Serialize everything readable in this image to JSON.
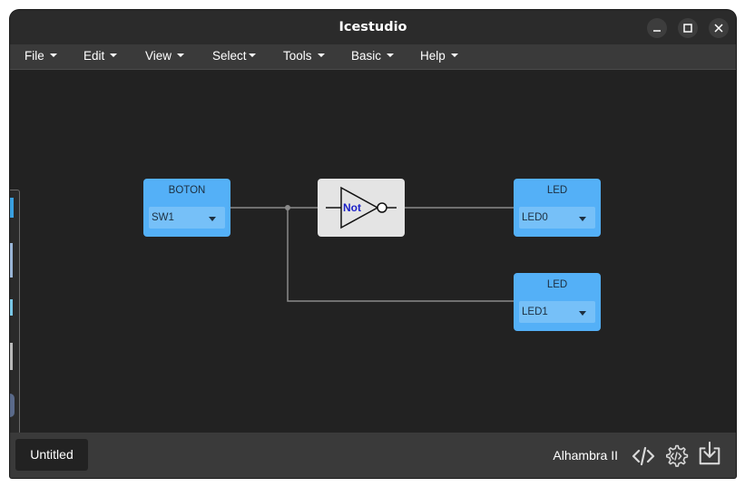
{
  "window": {
    "title": "Icestudio"
  },
  "menu": [
    {
      "label": "File"
    },
    {
      "label": "Edit"
    },
    {
      "label": "View"
    },
    {
      "label": "Select"
    },
    {
      "label": "Tools"
    },
    {
      "label": "Basic"
    },
    {
      "label": "Help"
    }
  ],
  "blocks": {
    "input": {
      "label": "BOTON",
      "value": "SW1"
    },
    "not_gate": {
      "label": "Not"
    },
    "output0": {
      "label": "LED",
      "value": "LED0"
    },
    "output1": {
      "label": "LED",
      "value": "LED1"
    }
  },
  "footer": {
    "tab_label": "Untitled",
    "board": "Alhambra II",
    "icons": [
      "code-icon",
      "gear-code-icon",
      "upload-icon"
    ]
  },
  "colors": {
    "canvas_bg": "#222222",
    "block_blue": "#54b0f7",
    "not_label": "#1d22c8",
    "wire": "#8a8a8a"
  }
}
